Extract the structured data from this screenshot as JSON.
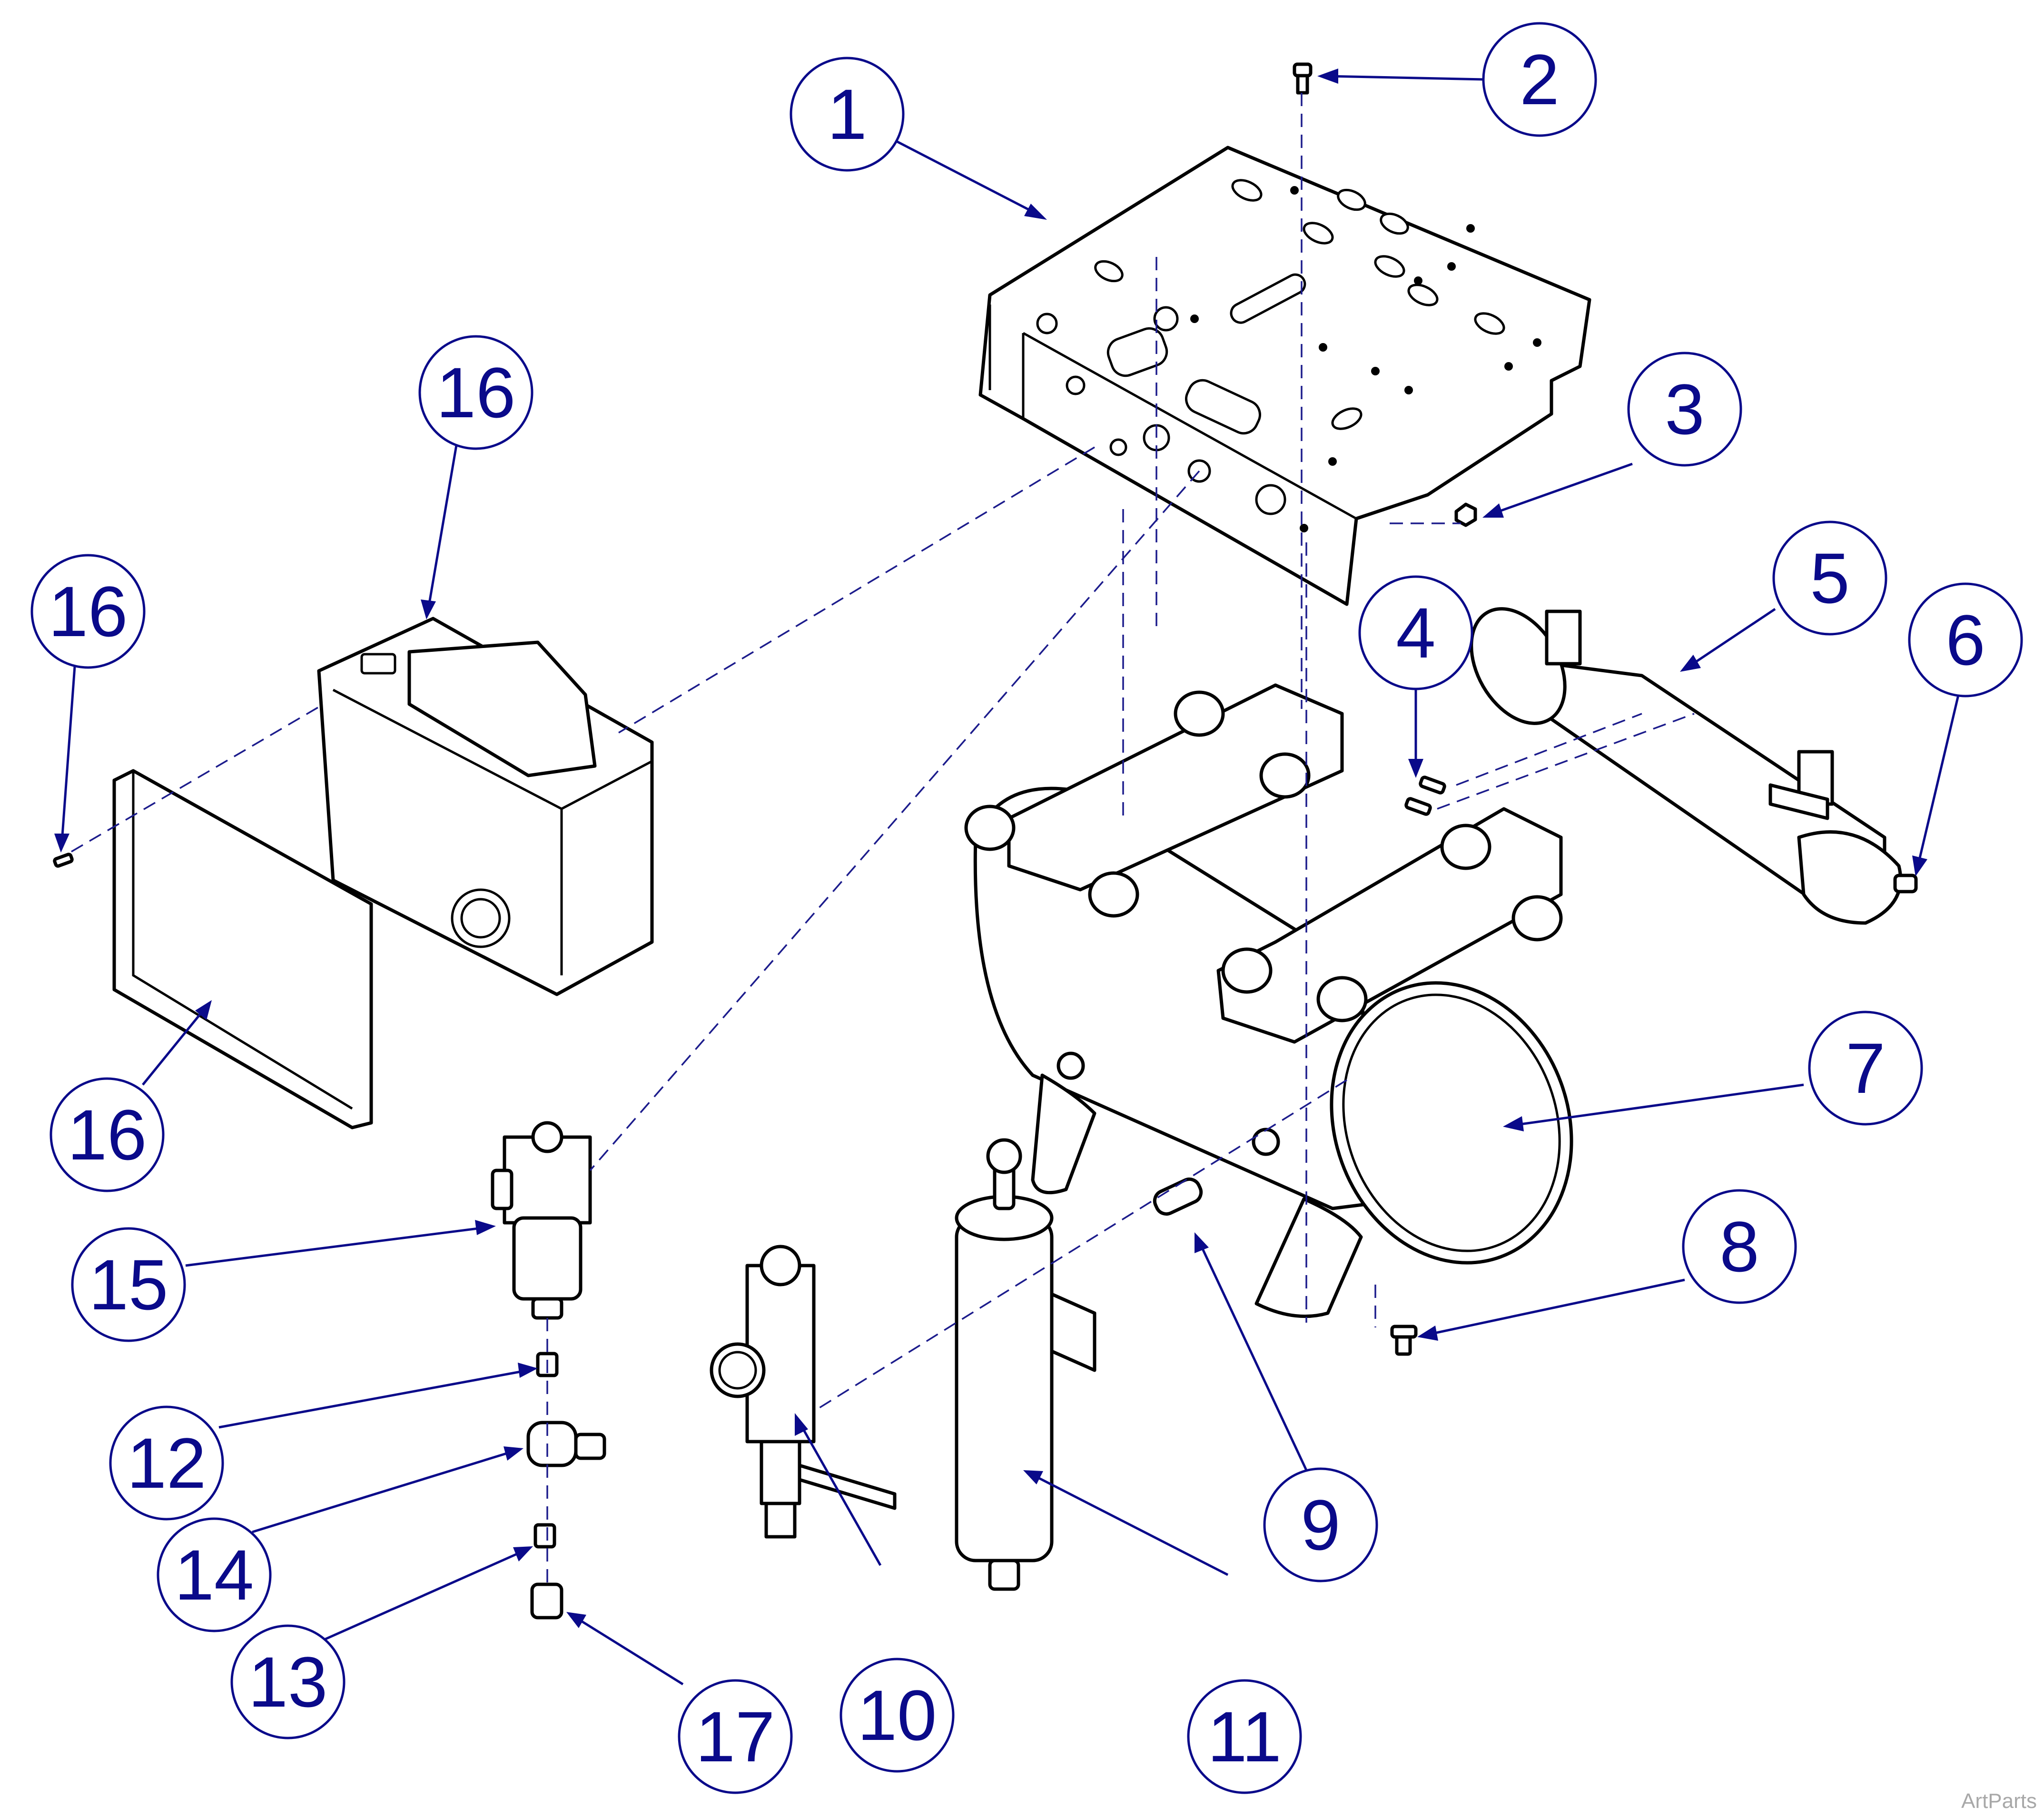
{
  "callouts": [
    {
      "id": "1",
      "label": "1"
    },
    {
      "id": "2",
      "label": "2"
    },
    {
      "id": "3",
      "label": "3"
    },
    {
      "id": "4",
      "label": "4"
    },
    {
      "id": "5",
      "label": "5"
    },
    {
      "id": "6",
      "label": "6"
    },
    {
      "id": "7",
      "label": "7"
    },
    {
      "id": "8",
      "label": "8"
    },
    {
      "id": "9",
      "label": "9"
    },
    {
      "id": "10",
      "label": "10"
    },
    {
      "id": "11",
      "label": "11"
    },
    {
      "id": "12",
      "label": "12"
    },
    {
      "id": "13",
      "label": "13"
    },
    {
      "id": "14",
      "label": "14"
    },
    {
      "id": "15",
      "label": "15"
    },
    {
      "id": "16a",
      "label": "16"
    },
    {
      "id": "16b",
      "label": "16"
    },
    {
      "id": "16c",
      "label": "16"
    },
    {
      "id": "17",
      "label": "17"
    }
  ],
  "watermark": "ArtParts",
  "colors": {
    "callout": "#0a0a8a",
    "line": "#000000",
    "watermark": "#a8a8a8"
  }
}
